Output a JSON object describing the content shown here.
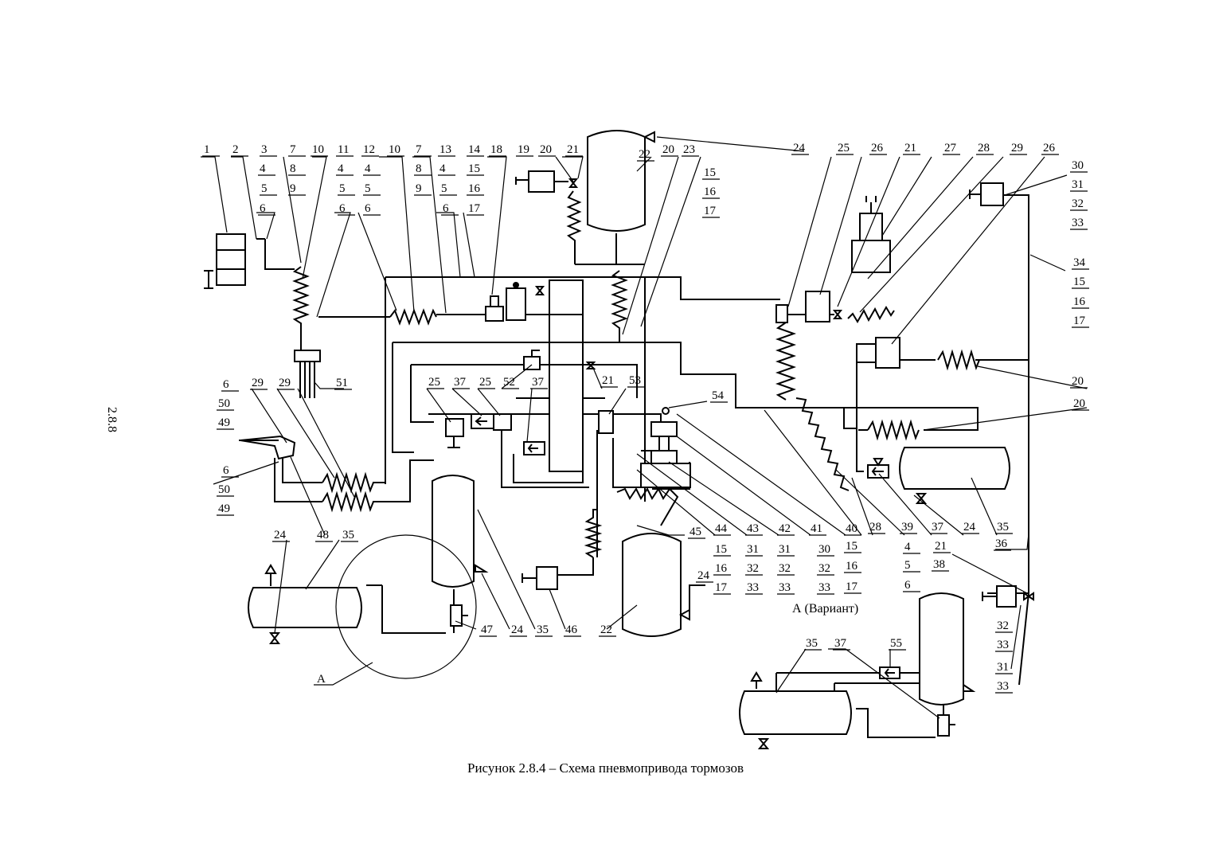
{
  "page_number": "2.8.8",
  "caption": "Рисунок 2.8.4 – Схема пневмопривода тормозов",
  "variant_label": "А (Вариант)",
  "callout_a": "А",
  "labels": [
    "1",
    "2",
    "3",
    "4",
    "5",
    "6",
    "7",
    "8",
    "9",
    "10",
    "11",
    "4",
    "5",
    "6",
    "12",
    "4",
    "5",
    "6",
    "10",
    "7",
    "8",
    "9",
    "13",
    "4",
    "5",
    "6",
    "14",
    "15",
    "16",
    "17",
    "18",
    "19",
    "20",
    "21",
    "22",
    "20",
    "23",
    "15",
    "16",
    "17",
    "24",
    "25",
    "26",
    "21",
    "27",
    "28",
    "29",
    "26",
    "30",
    "31",
    "32",
    "33",
    "34",
    "15",
    "16",
    "17",
    "51",
    "29",
    "29",
    "6",
    "50",
    "49",
    "6",
    "50",
    "49",
    "25",
    "37",
    "25",
    "52",
    "37",
    "21",
    "53",
    "54",
    "20",
    "20",
    "24",
    "35",
    "48",
    "47",
    "24",
    "35",
    "46",
    "22",
    "45",
    "24",
    "44",
    "15",
    "16",
    "17",
    "43",
    "31",
    "32",
    "33",
    "42",
    "31",
    "32",
    "33",
    "41",
    "30",
    "32",
    "33",
    "40",
    "15",
    "16",
    "17",
    "28",
    "39",
    "4",
    "5",
    "6",
    "37",
    "21",
    "38",
    "24",
    "35",
    "36",
    "32",
    "33",
    "31",
    "33",
    "35",
    "37",
    "55"
  ]
}
